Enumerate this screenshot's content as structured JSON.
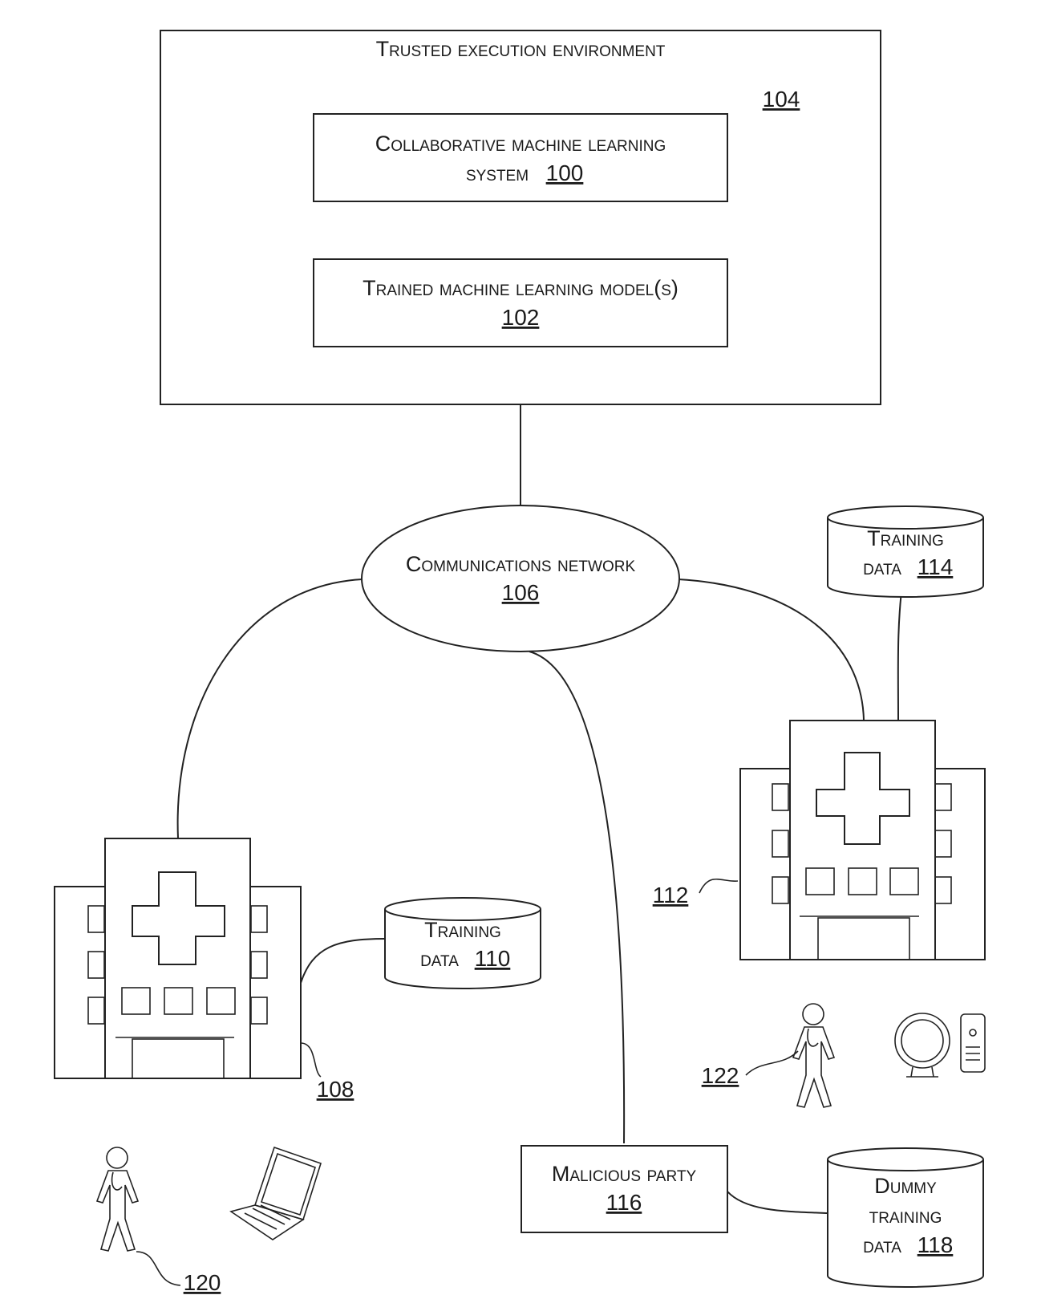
{
  "tee": {
    "title": "Trusted execution environment",
    "ref": "104"
  },
  "cmls": {
    "line1": "Collaborative machine learning",
    "line2": "system",
    "ref": "100"
  },
  "tmlm": {
    "line1": "Trained machine learning model(s)",
    "ref": "102"
  },
  "network": {
    "line1": "Communications network",
    "ref": "106"
  },
  "training_114": {
    "line1": "Training",
    "line2": "data",
    "ref": "114"
  },
  "training_110": {
    "line1": "Training",
    "line2": "data",
    "ref": "110"
  },
  "hospital_108": {
    "ref": "108"
  },
  "hospital_112": {
    "ref": "112"
  },
  "malicious": {
    "line1": "Malicious party",
    "ref": "116"
  },
  "dummy": {
    "line1": "Dummy",
    "line2": "training",
    "line3": "data",
    "ref": "118"
  },
  "person_120": {
    "ref": "120"
  },
  "person_122": {
    "ref": "122"
  }
}
